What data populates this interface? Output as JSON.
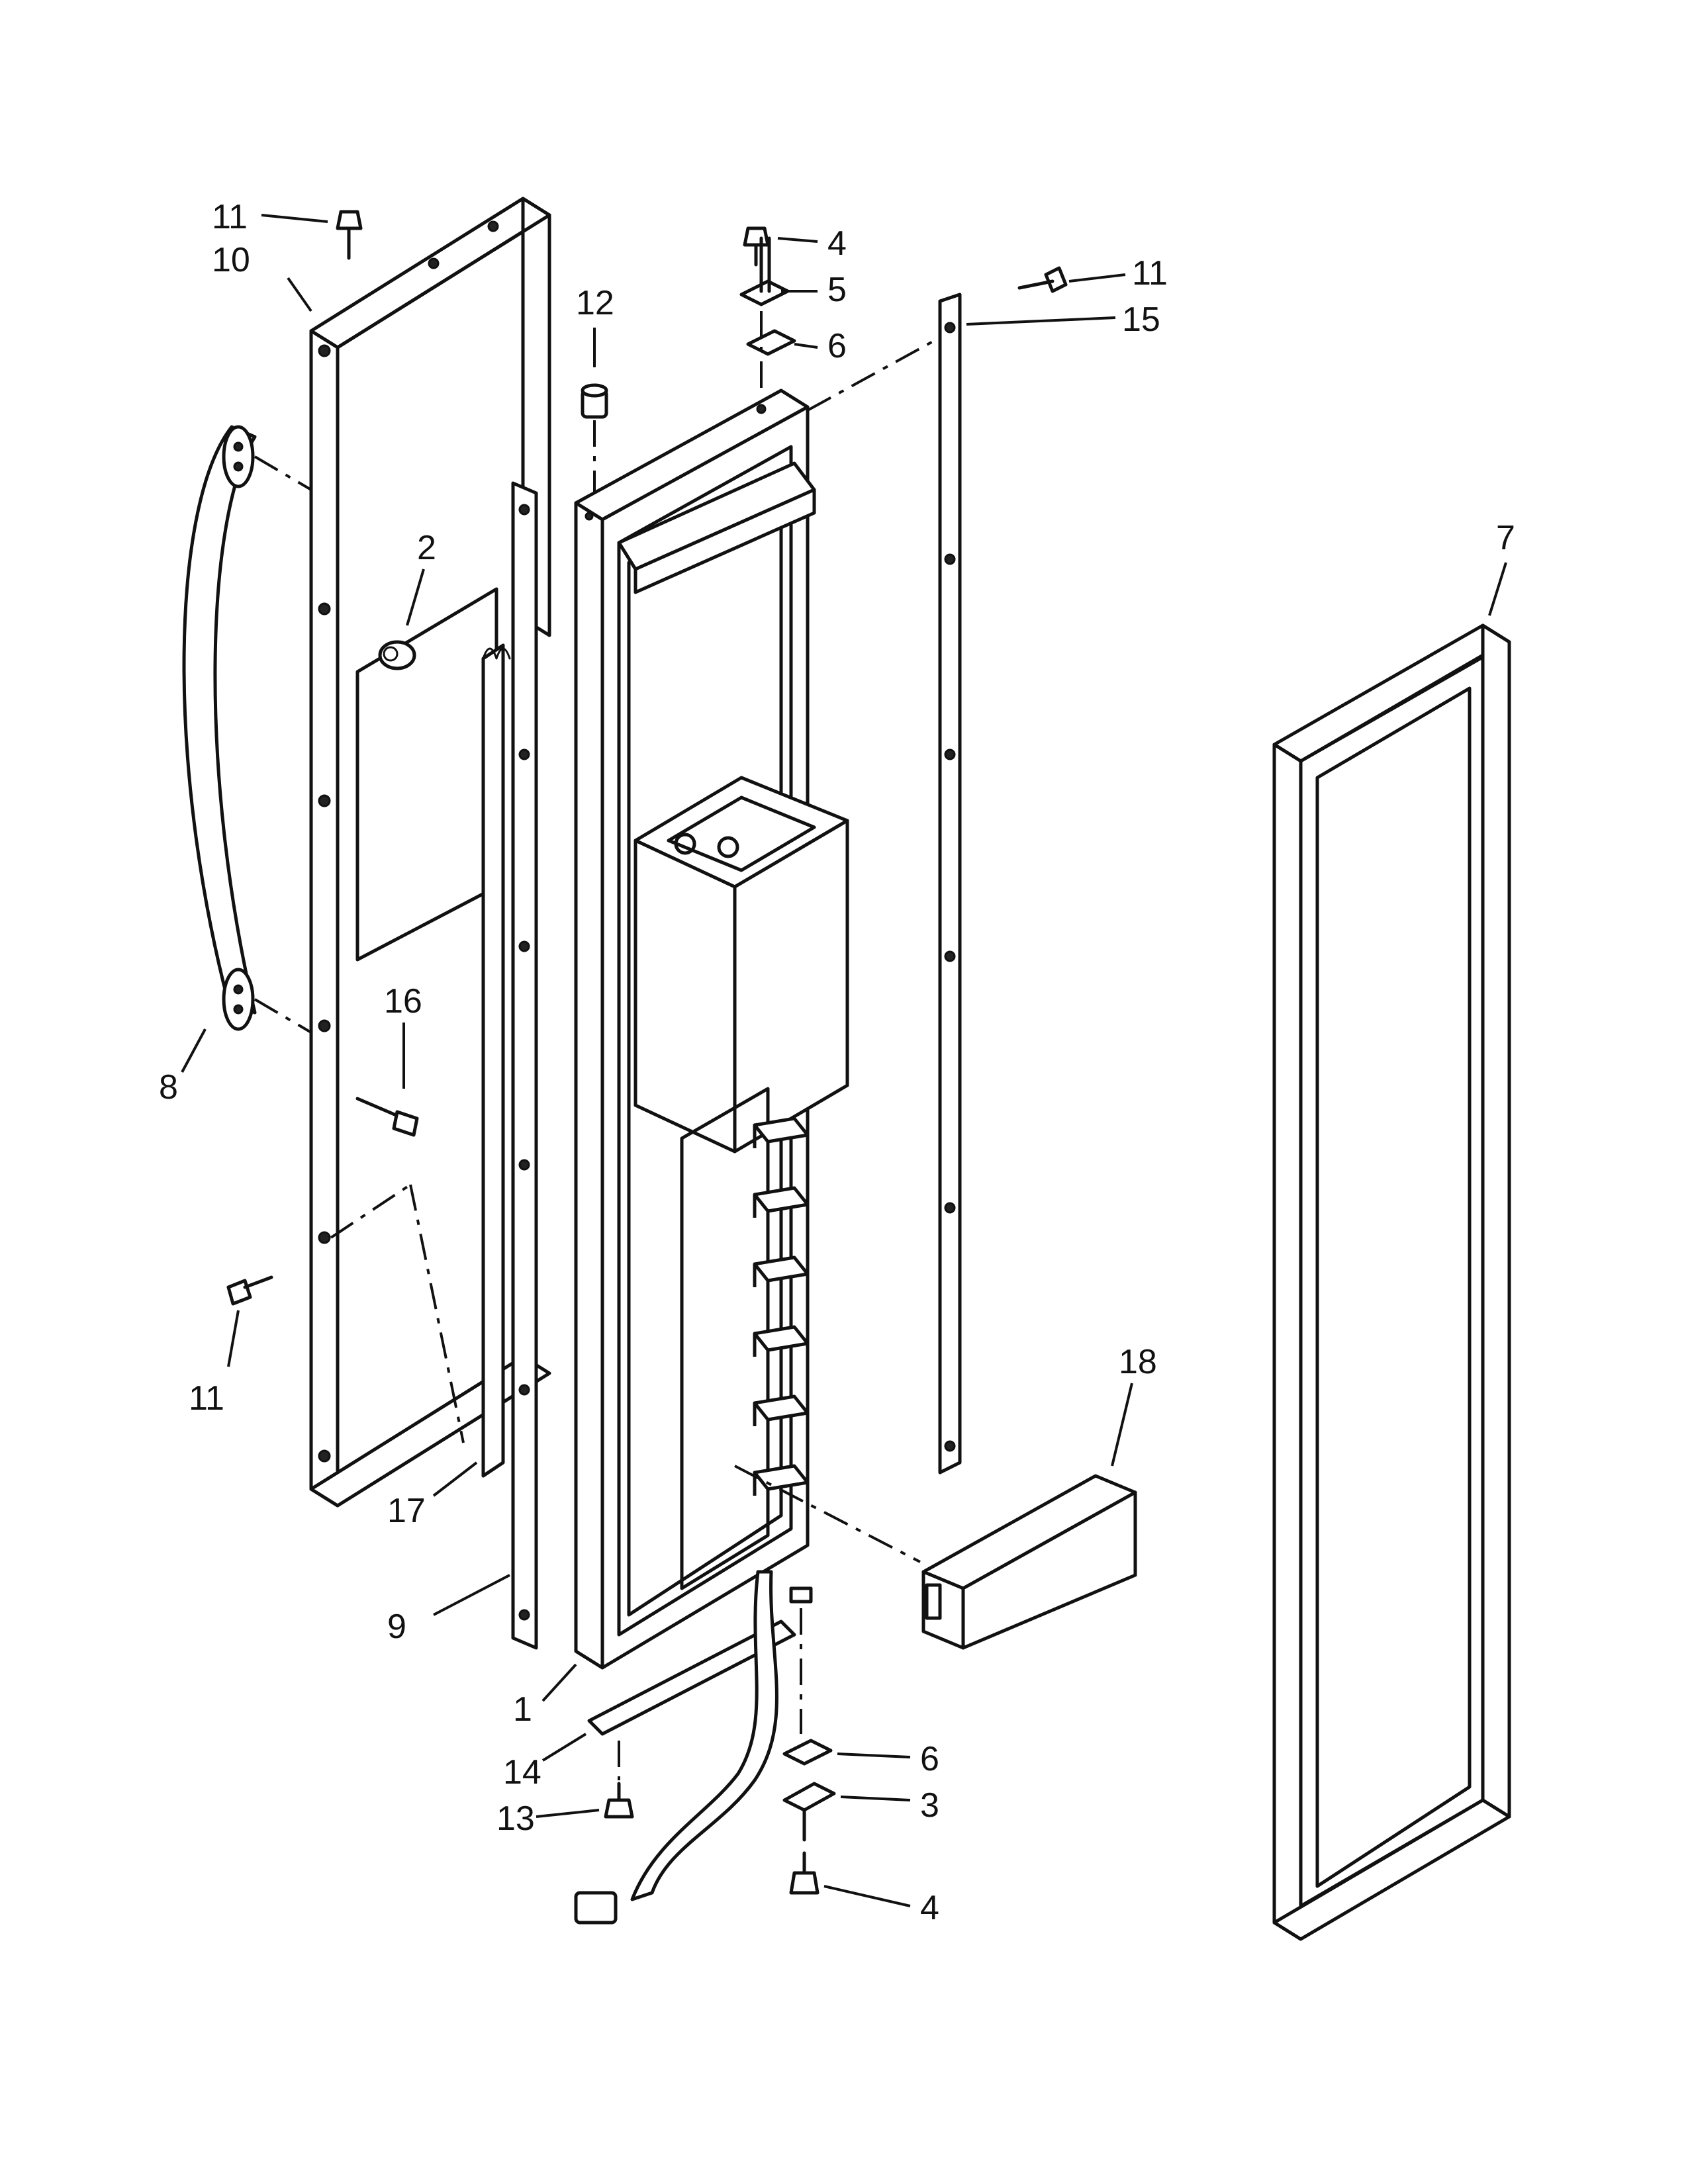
{
  "callouts": [
    {
      "id": "c11a",
      "label": "11"
    },
    {
      "id": "c10",
      "label": "10"
    },
    {
      "id": "c12",
      "label": "12"
    },
    {
      "id": "c4a",
      "label": "4"
    },
    {
      "id": "c5",
      "label": "5"
    },
    {
      "id": "c6a",
      "label": "6"
    },
    {
      "id": "c11b",
      "label": "11"
    },
    {
      "id": "c15",
      "label": "15"
    },
    {
      "id": "c2",
      "label": "2"
    },
    {
      "id": "c7",
      "label": "7"
    },
    {
      "id": "c16",
      "label": "16"
    },
    {
      "id": "c8",
      "label": "8"
    },
    {
      "id": "c11c",
      "label": "11"
    },
    {
      "id": "c18",
      "label": "18"
    },
    {
      "id": "c17",
      "label": "17"
    },
    {
      "id": "c9",
      "label": "9"
    },
    {
      "id": "c1",
      "label": "1"
    },
    {
      "id": "c14",
      "label": "14"
    },
    {
      "id": "c6b",
      "label": "6"
    },
    {
      "id": "c13",
      "label": "13"
    },
    {
      "id": "c3",
      "label": "3"
    },
    {
      "id": "c4b",
      "label": "4"
    }
  ],
  "colors": {
    "line": "#111111",
    "background": "#ffffff"
  }
}
